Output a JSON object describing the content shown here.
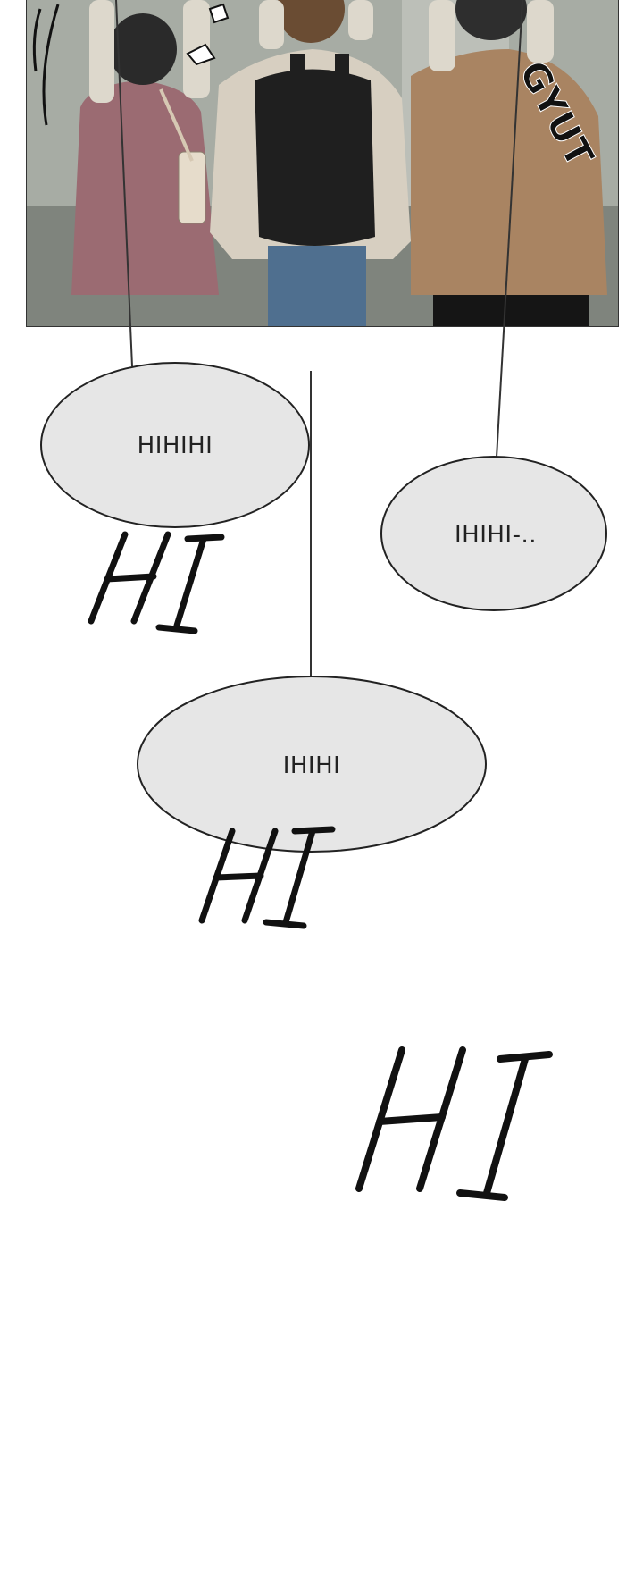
{
  "panel": {
    "sfx_label": "GYUT"
  },
  "bubbles": [
    {
      "text": "HIHIHI"
    },
    {
      "text": "IHIHI-.."
    },
    {
      "text": "IHIHI"
    }
  ],
  "sfx": [
    {
      "text": "HI"
    },
    {
      "text": "HI"
    },
    {
      "text": "HI"
    }
  ],
  "colors": {
    "bubble_fill": "#e6e6e6",
    "bubble_stroke": "#222222",
    "ink": "#111111",
    "cardigan_left": "#9b6b72",
    "jacket_mid": "#d7cfc1",
    "backpack": "#1f1f1f",
    "jeans": "#4f6f8f",
    "jacket_right": "#a98462"
  }
}
